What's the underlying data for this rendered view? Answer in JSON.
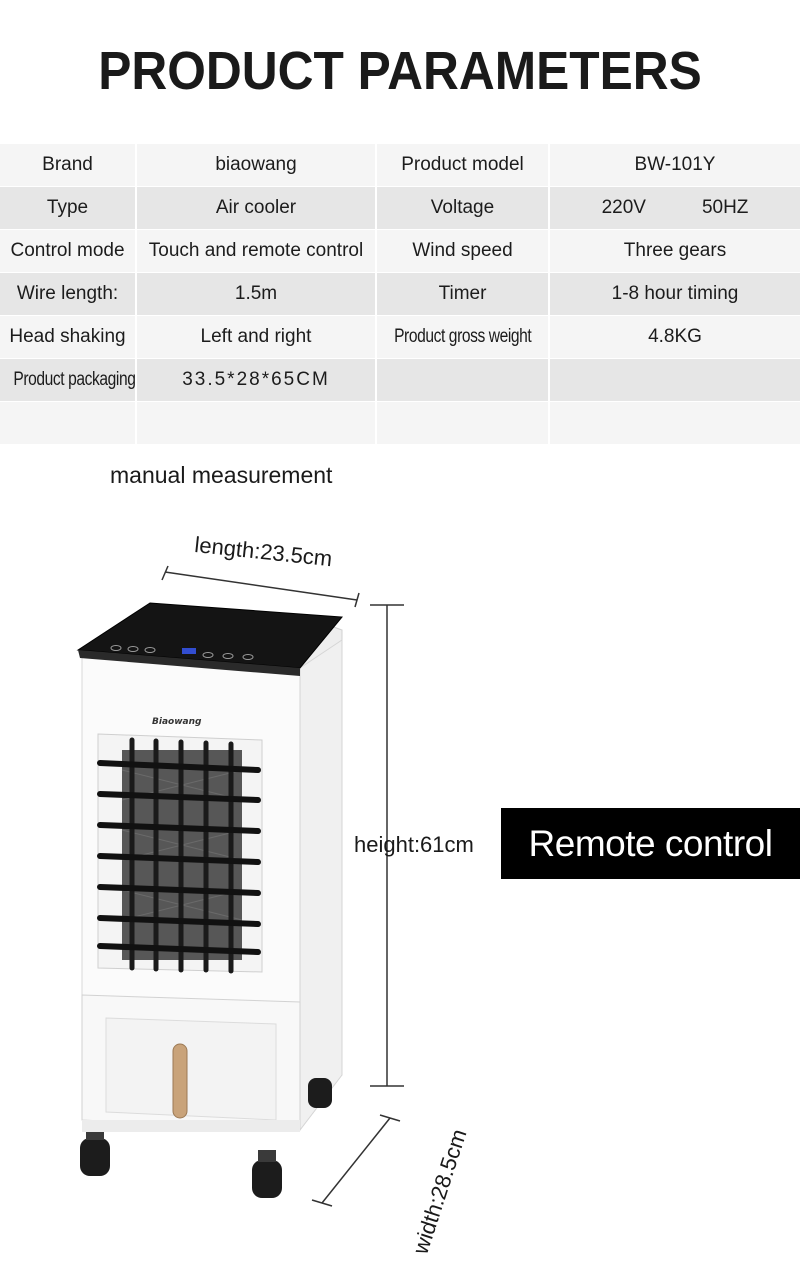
{
  "title": "PRODUCT PARAMETERS",
  "params": {
    "rows": [
      [
        "Brand",
        "biaowang",
        "Product model",
        "BW-101Y"
      ],
      [
        "Type",
        "Air cooler",
        "Voltage",
        ""
      ],
      [
        "Control mode",
        "Touch and remote control",
        "Wind speed",
        "Three gears"
      ],
      [
        "Wire length:",
        "1.5m",
        "Timer",
        "1-8 hour timing"
      ],
      [
        "Head shaking",
        "Left and right",
        "Product gross weight",
        "4.8KG"
      ],
      [
        "Product packaging",
        "33.5*28*65CM",
        "",
        ""
      ],
      [
        "",
        "",
        "",
        ""
      ]
    ],
    "voltage_value": "220V",
    "frequency_value": "50HZ"
  },
  "measurement": {
    "heading": "manual measurement",
    "length": "length:23.5cm",
    "height": "height:61cm",
    "width": "width:28.5cm"
  },
  "product": {
    "brand_logo": "Biaowang"
  },
  "badge": {
    "label": "Remote control"
  },
  "colors": {
    "badge_bg": "#000000",
    "table_light": "#f5f5f5",
    "table_dark": "#e6e6e6"
  }
}
